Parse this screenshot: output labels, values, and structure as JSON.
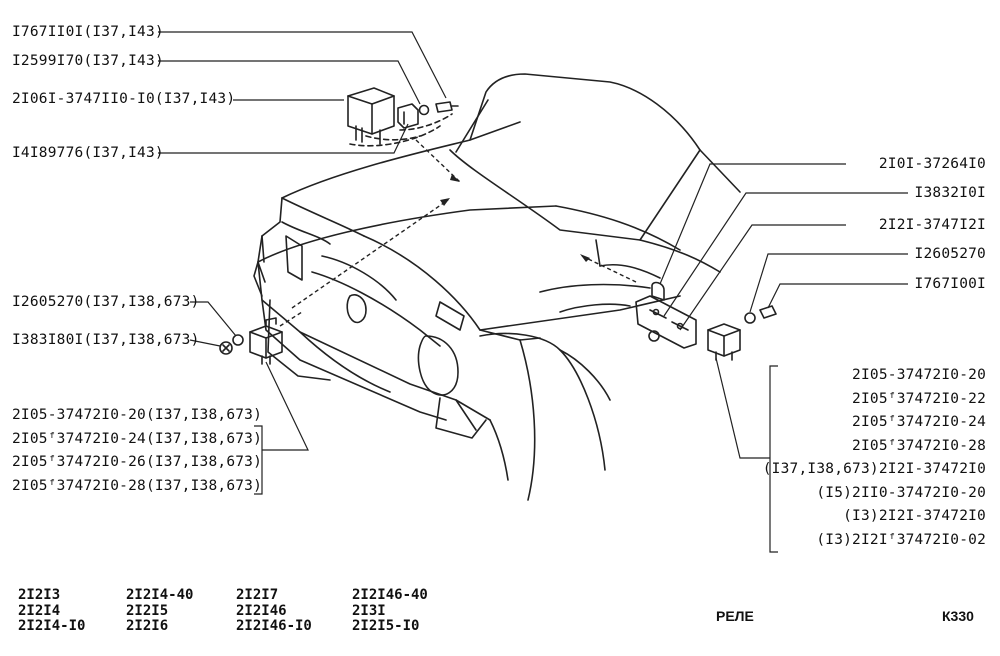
{
  "labels_left": {
    "l1": "I767II0I(I37,I43)",
    "l2": "I2599I70(I37,I43)",
    "l3": "2I06I-3747II0-I0(I37,I43)",
    "l4": "I4I89776(I37,I43)",
    "l5": "I2605270(I37,I38,673)",
    "l6": "I383I80I(I37,I38,673)"
  },
  "relay_left_list": [
    "2I05-37472I0-20(I37,I38,673)",
    "2I05ᶠ37472I0-24(I37,I38,673)",
    "2I05ᶠ37472I0-26(I37,I38,673)",
    "2I05ᶠ37472I0-28(I37,I38,673)"
  ],
  "labels_right": {
    "r1": "2I0I-37264I0",
    "r2": "I3832I0I",
    "r3": "2I2I-3747I2I",
    "r4": "I2605270",
    "r5": "I767I00I"
  },
  "relay_right_list": [
    "2I05-37472I0-20",
    "2I05ᶠ37472I0-22",
    "2I05ᶠ37472I0-24",
    "2I05ᶠ37472I0-28",
    "(I37,I38,673)2I2I-37472I0",
    "(I5)2II0-37472I0-20",
    "(I3)2I2I-37472I0",
    "(I3)2I2Iᶠ37472I0-02"
  ],
  "models": [
    [
      "2I2I3",
      "2I2I4",
      "2I2I4-I0"
    ],
    [
      "2I2I4-40",
      "2I2I5",
      "2I2I6"
    ],
    [
      "2I2I7",
      "2I2I46",
      "2I2I46-I0"
    ],
    [
      "2I2I46-40",
      "2I3I",
      "2I2I5-I0"
    ]
  ],
  "title": "РЕЛЕ",
  "code": "К330"
}
